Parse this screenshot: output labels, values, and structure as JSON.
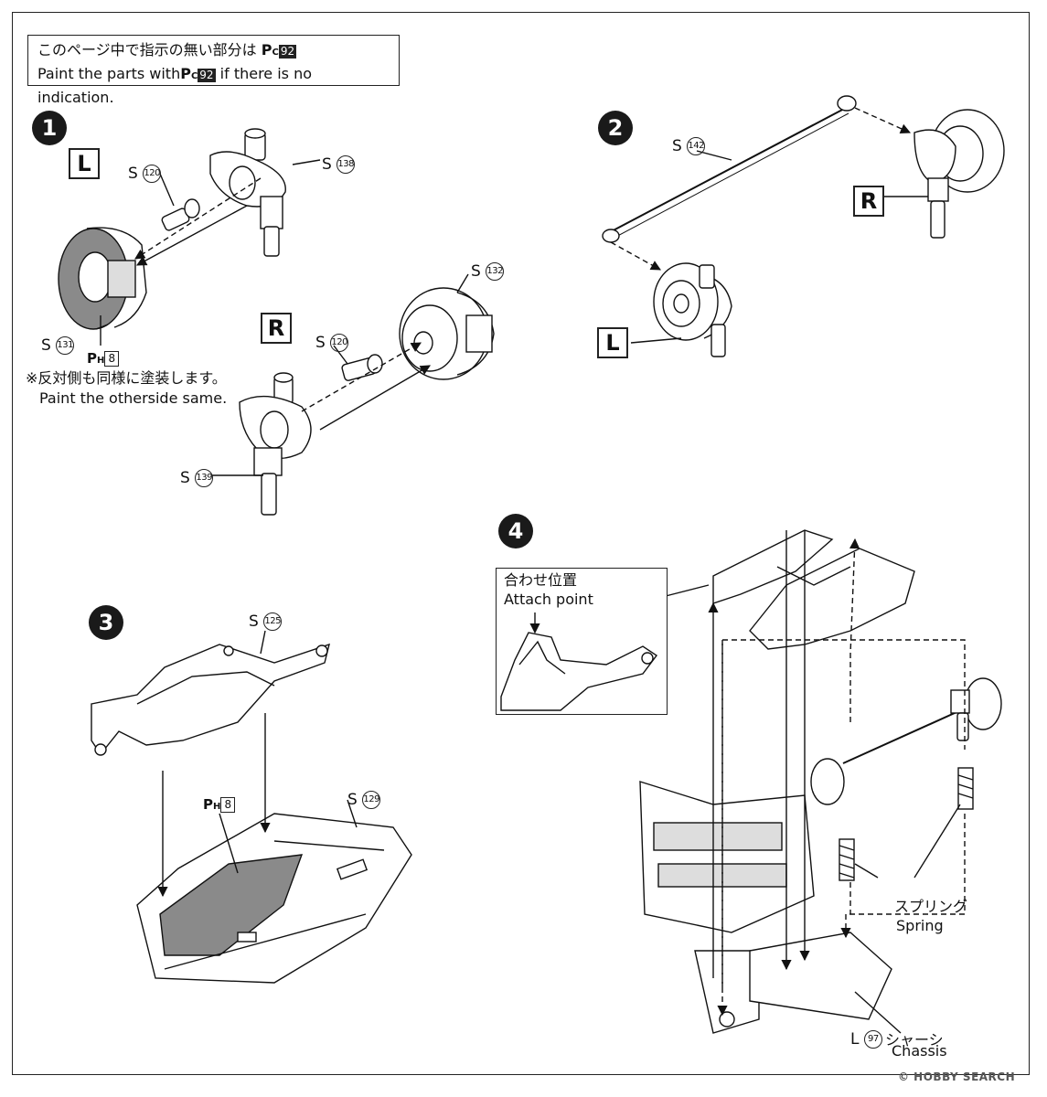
{
  "note": {
    "line1_pre": "このページ中で指示の無い部分は",
    "line2_pre": "Paint the parts with",
    "line2_post": " if there is no indication.",
    "paint_code": "P",
    "paint_sub": "C",
    "paint_number": "92"
  },
  "steps": {
    "s1": "1",
    "s2": "2",
    "s3": "3",
    "s4": "4"
  },
  "sides": {
    "left": "L",
    "right": "R"
  },
  "parts": {
    "p120a": {
      "prefix": "S",
      "num": "120"
    },
    "p138": {
      "prefix": "S",
      "num": "138"
    },
    "p131": {
      "prefix": "S",
      "num": "131"
    },
    "p132": {
      "prefix": "S",
      "num": "132"
    },
    "p120b": {
      "prefix": "S",
      "num": "120"
    },
    "p139": {
      "prefix": "S",
      "num": "139"
    },
    "p142": {
      "prefix": "S",
      "num": "142"
    },
    "p125": {
      "prefix": "S",
      "num": "125"
    },
    "p129": {
      "prefix": "S",
      "num": "129"
    },
    "p97": {
      "prefix": "L",
      "num": "97"
    }
  },
  "paint_h": {
    "code": "P",
    "sub": "H",
    "number": "8"
  },
  "otherside_note": {
    "jp": "※反対側も同様に塗装します。",
    "en": "Paint the otherside same."
  },
  "attach": {
    "jp": "合わせ位置",
    "en": "Attach point"
  },
  "spring": {
    "jp": "スプリング",
    "en": "Spring"
  },
  "chassis": {
    "jp": "シャーシ",
    "en": "Chassis"
  },
  "watermark": "© HOBBY SEARCH"
}
